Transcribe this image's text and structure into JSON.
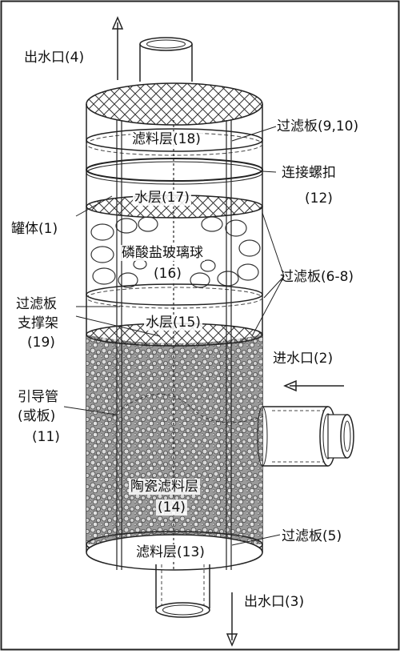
{
  "labels": {
    "outlet_top": "出水口(4)",
    "filter_plate_9_10": "过滤板(9,10)",
    "filter_layer_18": "滤料层(18)",
    "connect_thread": "连接螺扣",
    "connect_thread_num": "(12)",
    "tank_body": "罐体(1)",
    "water_layer_17": "水层(17)",
    "phosphate_balls": "磷酸盐玻璃球",
    "phosphate_num": "(16)",
    "filter_plate_6_8": "过滤板(6-8)",
    "support_line1": "过滤板",
    "support_line2": "支撑架",
    "support_line3": "(19)",
    "water_layer_15": "水层(15)",
    "inlet": "进水口(2)",
    "guide_line1": "引导管",
    "guide_line2": "(或板)",
    "guide_line3": "(11)",
    "ceramic_layer": "陶瓷滤料层",
    "ceramic_num": "(14)",
    "filter_plate_5": "过滤板(5)",
    "filter_layer_13": "滤料层(13)",
    "outlet_bottom": "出水口(3)"
  },
  "colors": {
    "line": "#222222",
    "hatch": "#333333",
    "ceramic": "#555555",
    "background": "#ffffff"
  }
}
